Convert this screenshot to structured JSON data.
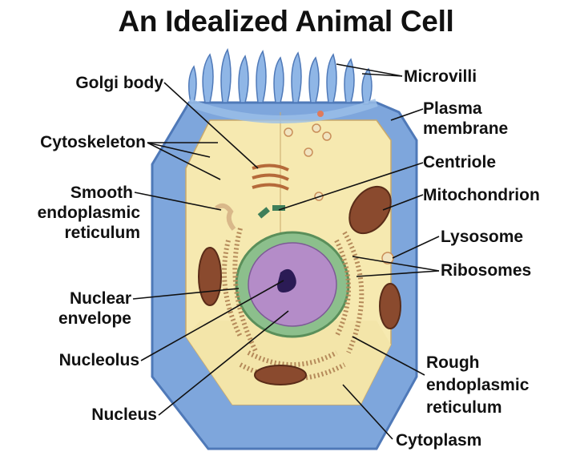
{
  "title": "An Idealized Animal Cell",
  "labels": {
    "golgi_body": "Golgi body",
    "cytoskeleton": "Cytoskeleton",
    "smooth_er_line1": "Smooth",
    "smooth_er_line2": "endoplasmic",
    "smooth_er_line3": "reticulum",
    "nuclear_envelope_line1": "Nuclear",
    "nuclear_envelope_line2": "envelope",
    "nucleolus": "Nucleolus",
    "nucleus": "Nucleus",
    "microvilli": "Microvilli",
    "plasma_membrane_line1": "Plasma",
    "plasma_membrane_line2": "membrane",
    "centriole": "Centriole",
    "mitochondrion": "Mitochondrion",
    "lysosome": "Lysosome",
    "ribosomes": "Ribosomes",
    "rough_er_line1": "Rough",
    "rough_er_line2": "endoplasmic",
    "rough_er_line3": "reticulum",
    "cytoplasm": "Cytoplasm"
  },
  "colors": {
    "membrane_blue": "#7ea6dc",
    "membrane_dark": "#4f79b8",
    "cytoplasm": "#f6e9b0",
    "nucleus_purple": "#b48cc8",
    "nuclear_envelope_green": "#8cbf8c",
    "mitochondrion_brown": "#8a4a2e",
    "er_tan": "#d9b88a"
  }
}
